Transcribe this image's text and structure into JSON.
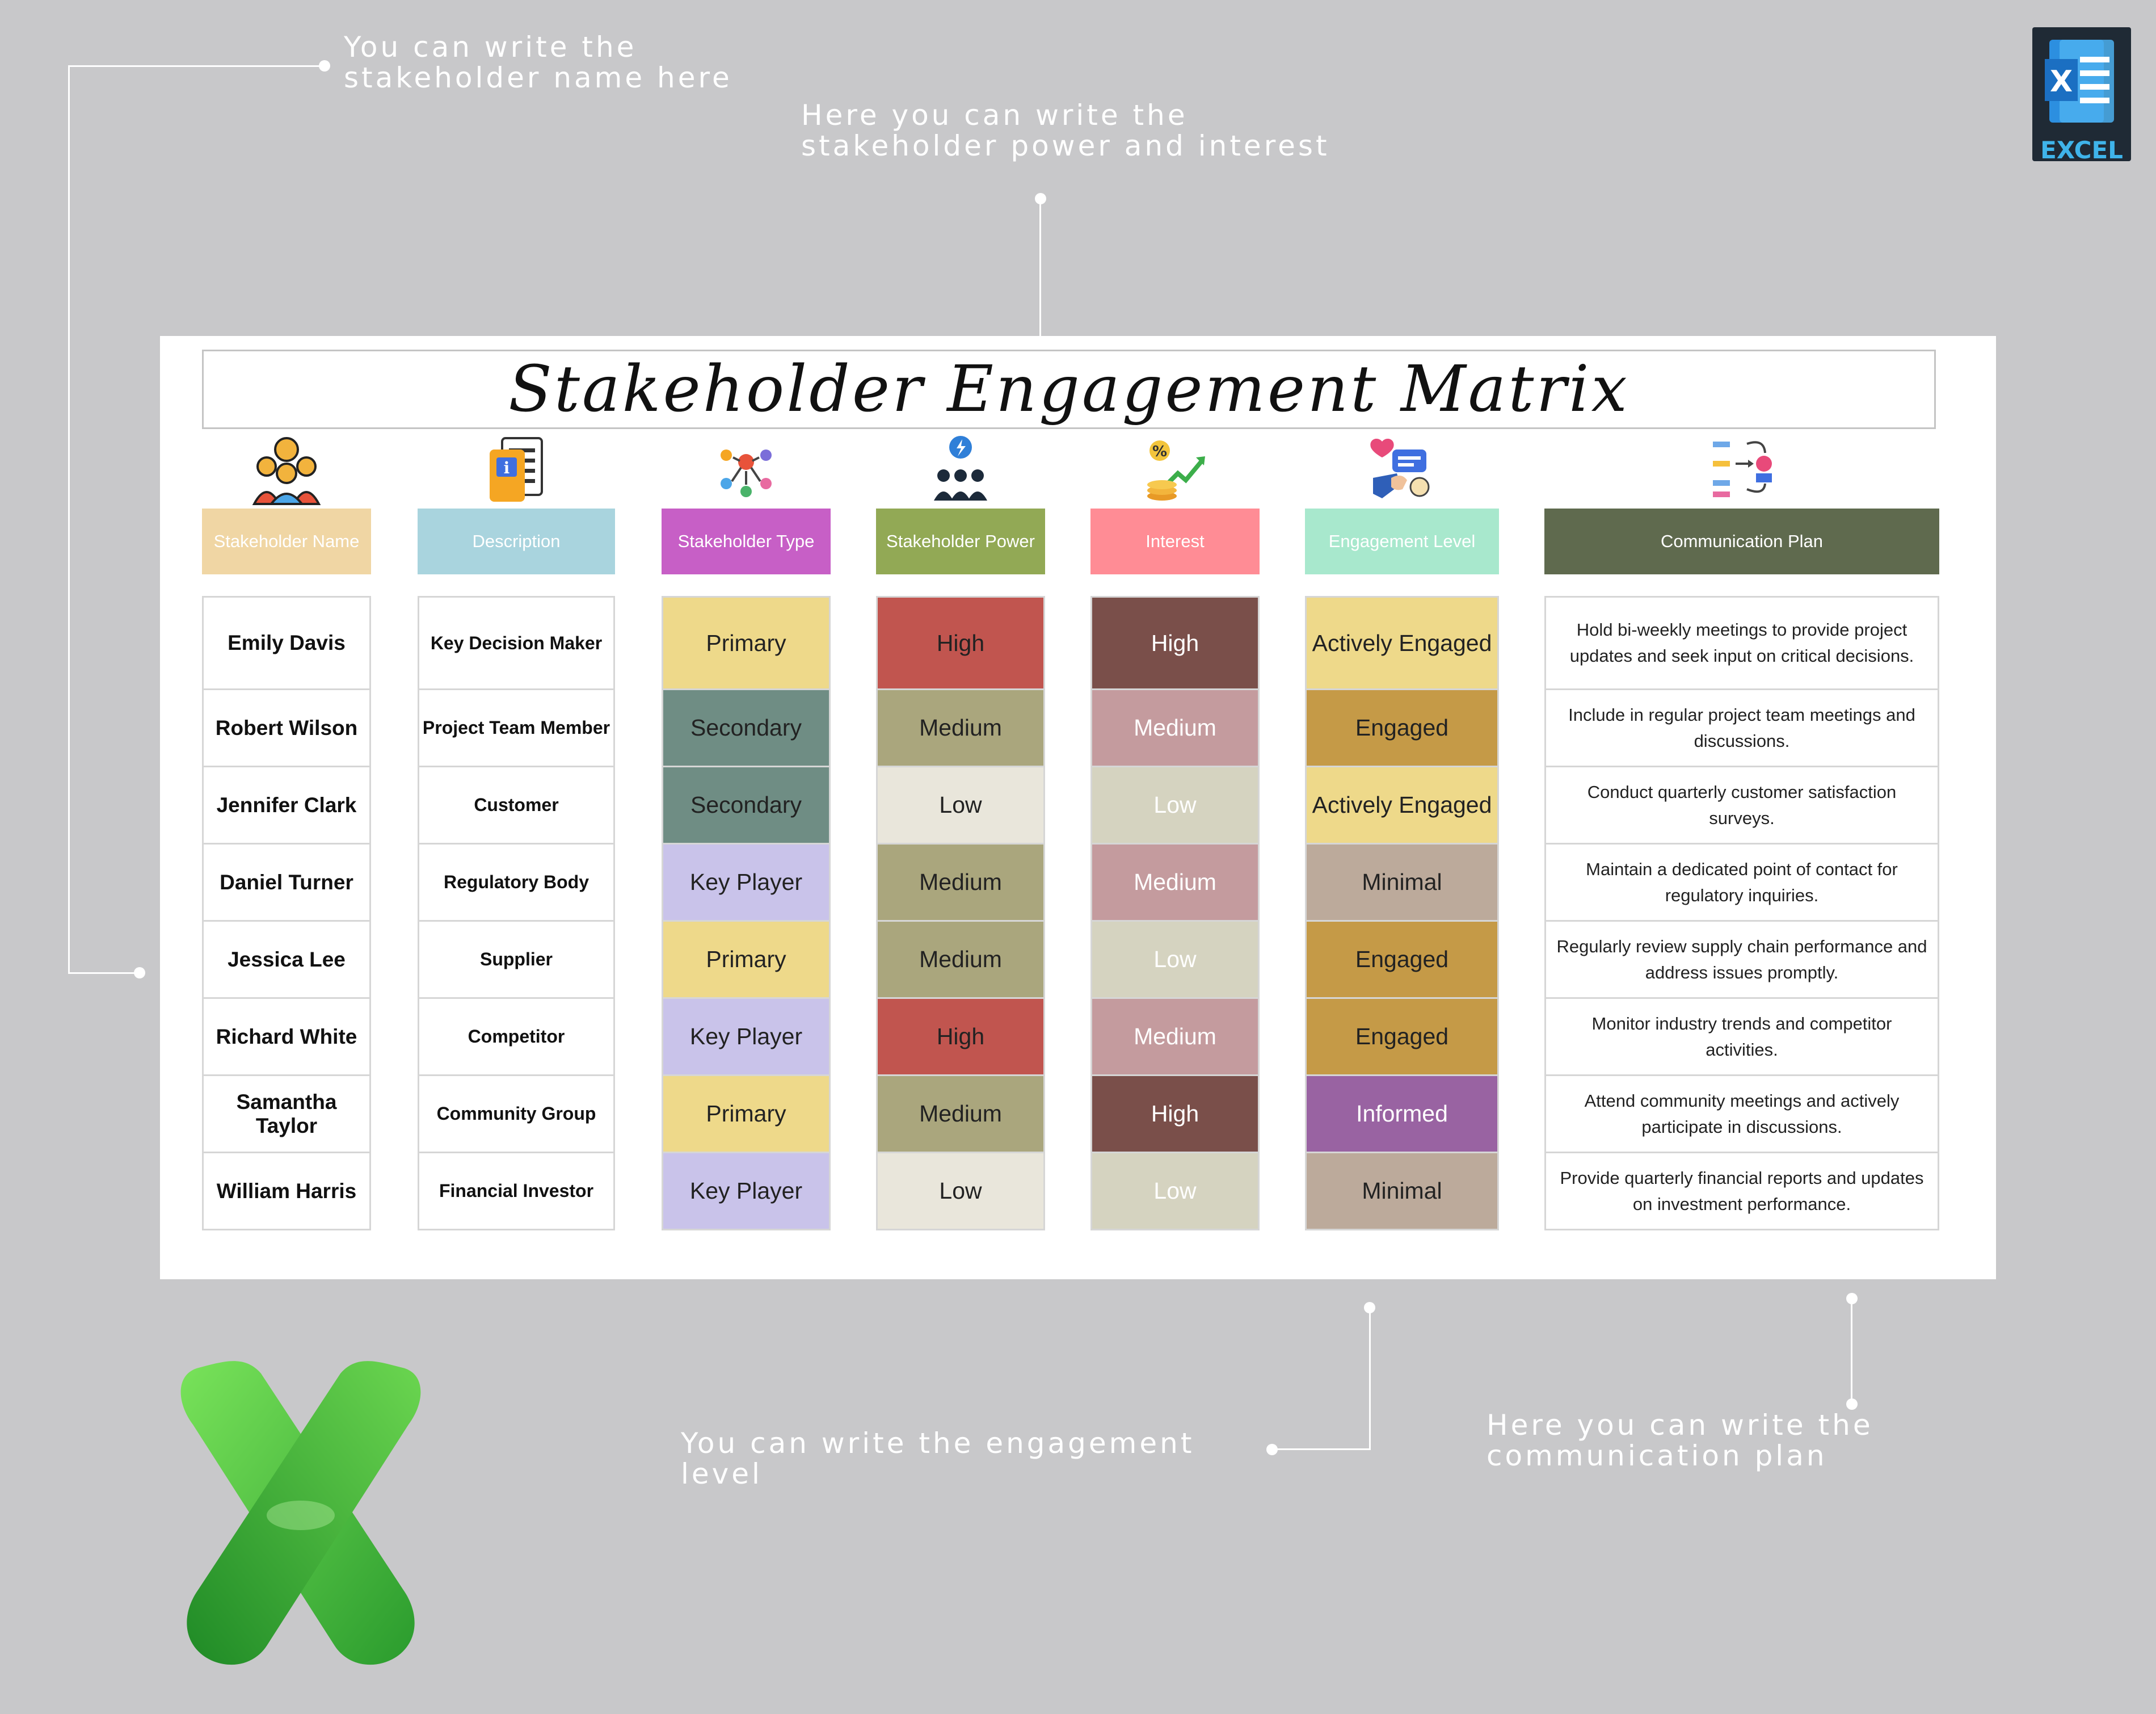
{
  "annotations": {
    "name_note": "You can write the stakeholder name here",
    "power_interest_note": "Here you can write the stakeholder power and interest",
    "engagement_note": "You can write the engagement level",
    "communication_note": "Here you can write the communication plan"
  },
  "badge": {
    "label": "EXCEL",
    "letter": "X"
  },
  "title": "Stakeholder Engagement Matrix",
  "headers": {
    "name": "Stakeholder Name",
    "description": "Description",
    "type": "Stakeholder Type",
    "power": "Stakeholder Power",
    "interest": "Interest",
    "engagement": "Engagement Level",
    "plan": "Communication Plan"
  },
  "colors": {
    "header_name": "#f0d6a4",
    "header_description": "#a9d4de",
    "header_type": "#c75fc6",
    "header_power": "#92a955",
    "header_interest": "#ff8c95",
    "header_engagement": "#a8e8cd",
    "header_plan": "#5f6a4e",
    "Primary": "#eed98a",
    "Secondary": "#6f8d84",
    "Key Player": "#c9c3ea",
    "High_power": "#c1554f",
    "Medium_power": "#aaa67d",
    "Low_power": "#e9e6db",
    "High_interest": "#7a4f4a",
    "Medium_interest": "#c49b9e",
    "Low_interest": "#d5d3c0",
    "Actively Engaged": "#eed98a",
    "Engaged": "#c59a47",
    "Minimal": "#bcaa9b",
    "Informed": "#9963a2"
  },
  "rows": [
    {
      "name": "Emily Davis",
      "description": "Key Decision Maker",
      "type": "Primary",
      "power": "High",
      "interest": "High",
      "engagement": "Actively Engaged",
      "plan": "Hold bi-weekly meetings to provide project updates and seek input on critical decisions."
    },
    {
      "name": "Robert Wilson",
      "description": "Project Team Member",
      "type": "Secondary",
      "power": "Medium",
      "interest": "Medium",
      "engagement": "Engaged",
      "plan": "Include in regular project team meetings and discussions."
    },
    {
      "name": "Jennifer Clark",
      "description": "Customer",
      "type": "Secondary",
      "power": "Low",
      "interest": "Low",
      "engagement": "Actively Engaged",
      "plan": "Conduct quarterly customer satisfaction surveys."
    },
    {
      "name": "Daniel Turner",
      "description": "Regulatory Body",
      "type": "Key Player",
      "power": "Medium",
      "interest": "Medium",
      "engagement": "Minimal",
      "plan": "Maintain a dedicated point of contact for regulatory inquiries."
    },
    {
      "name": "Jessica Lee",
      "description": "Supplier",
      "type": "Primary",
      "power": "Medium",
      "interest": "Low",
      "engagement": "Engaged",
      "plan": "Regularly review supply chain performance and address issues promptly."
    },
    {
      "name": "Richard White",
      "description": "Competitor",
      "type": "Key Player",
      "power": "High",
      "interest": "Medium",
      "engagement": "Engaged",
      "plan": "Monitor industry trends and competitor activities."
    },
    {
      "name": "Samantha Taylor",
      "description": "Community Group",
      "type": "Primary",
      "power": "Medium",
      "interest": "High",
      "engagement": "Informed",
      "plan": "Attend community meetings and actively participate in discussions."
    },
    {
      "name": "William Harris",
      "description": "Financial Investor",
      "type": "Key Player",
      "power": "Low",
      "interest": "Low",
      "engagement": "Minimal",
      "plan": "Provide quarterly financial reports and updates on investment performance."
    }
  ]
}
